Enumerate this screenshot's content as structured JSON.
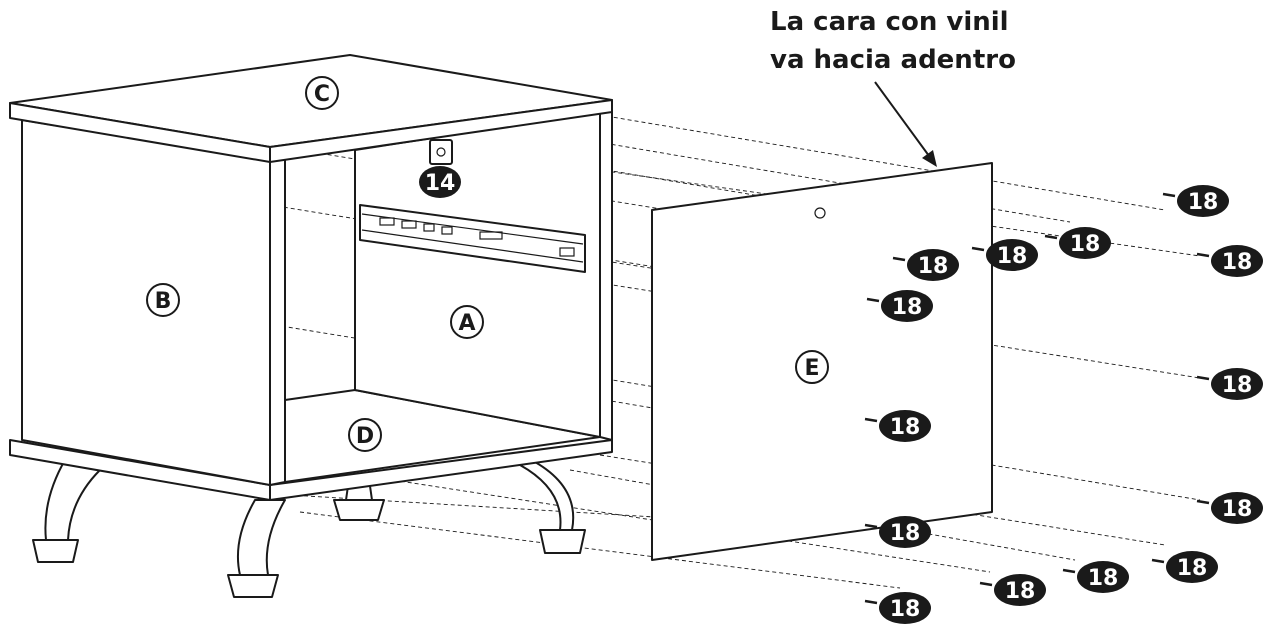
{
  "note": {
    "line1": "La cara con vinil",
    "line2": "va hacia adentro"
  },
  "parts": {
    "A": "A",
    "B": "B",
    "C": "C",
    "D": "D",
    "E": "E"
  },
  "hardware": {
    "bracket": "14",
    "screw": "18"
  }
}
